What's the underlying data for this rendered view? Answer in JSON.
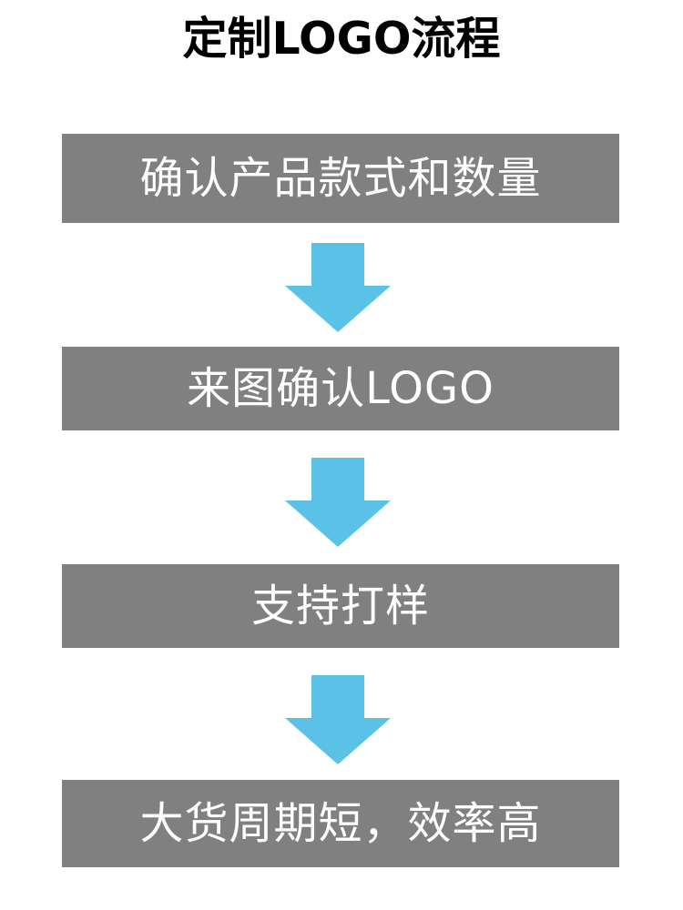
{
  "page": {
    "title": "定制LOGO流程",
    "background_color": "#ffffff"
  },
  "theme": {
    "box_color": "#808080",
    "box_text_color": "#ffffff",
    "arrow_color": "#5BC2E7",
    "title_color": "#000000"
  },
  "flow": {
    "steps": [
      {
        "index": 1,
        "label": "确认产品款式和数量"
      },
      {
        "index": 2,
        "label": "来图确认LOGO"
      },
      {
        "index": 3,
        "label": "支持打样"
      },
      {
        "index": 4,
        "label": "大货周期短，效率高"
      }
    ],
    "connectors": [
      {
        "index": 1,
        "icon": "arrow-down-icon"
      },
      {
        "index": 2,
        "icon": "arrow-down-icon"
      },
      {
        "index": 3,
        "icon": "arrow-down-icon"
      }
    ]
  }
}
